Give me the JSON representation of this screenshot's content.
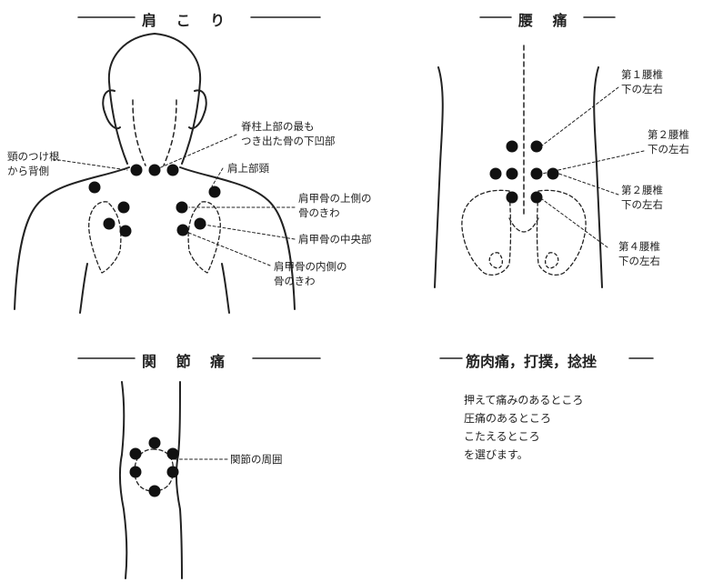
{
  "sections": {
    "shoulder": {
      "title": "肩 こ り",
      "labels": {
        "neck_root": [
          "頸のつけ根",
          "から背側"
        ],
        "spine_top": [
          "脊柱上部の最も",
          "つき出た骨の下凹部"
        ],
        "shoulder_top": "肩上部頸",
        "scapula_upper": [
          "肩甲骨の上側の",
          "骨のきわ"
        ],
        "scapula_center": "肩甲骨の中央部",
        "scapula_inner": [
          "肩甲骨の内側の",
          "骨のきわ"
        ]
      }
    },
    "lower_back": {
      "title": "腰 痛",
      "labels": {
        "l1": [
          "第１腰椎",
          "下の左右"
        ],
        "l2a": [
          "第２腰椎",
          "下の左右"
        ],
        "l2b": [
          "第２腰椎",
          "下の左右"
        ],
        "l4": [
          "第４腰椎",
          "下の左右"
        ]
      }
    },
    "joint": {
      "title": "関 節 痛",
      "labels": {
        "around": "関節の周囲"
      }
    },
    "muscle": {
      "title": "筋肉痛，打撲，捻挫",
      "lines": [
        "押えて痛みのあるところ",
        "圧痛のあるところ",
        "こたえるところ",
        "を選びます。"
      ]
    }
  }
}
